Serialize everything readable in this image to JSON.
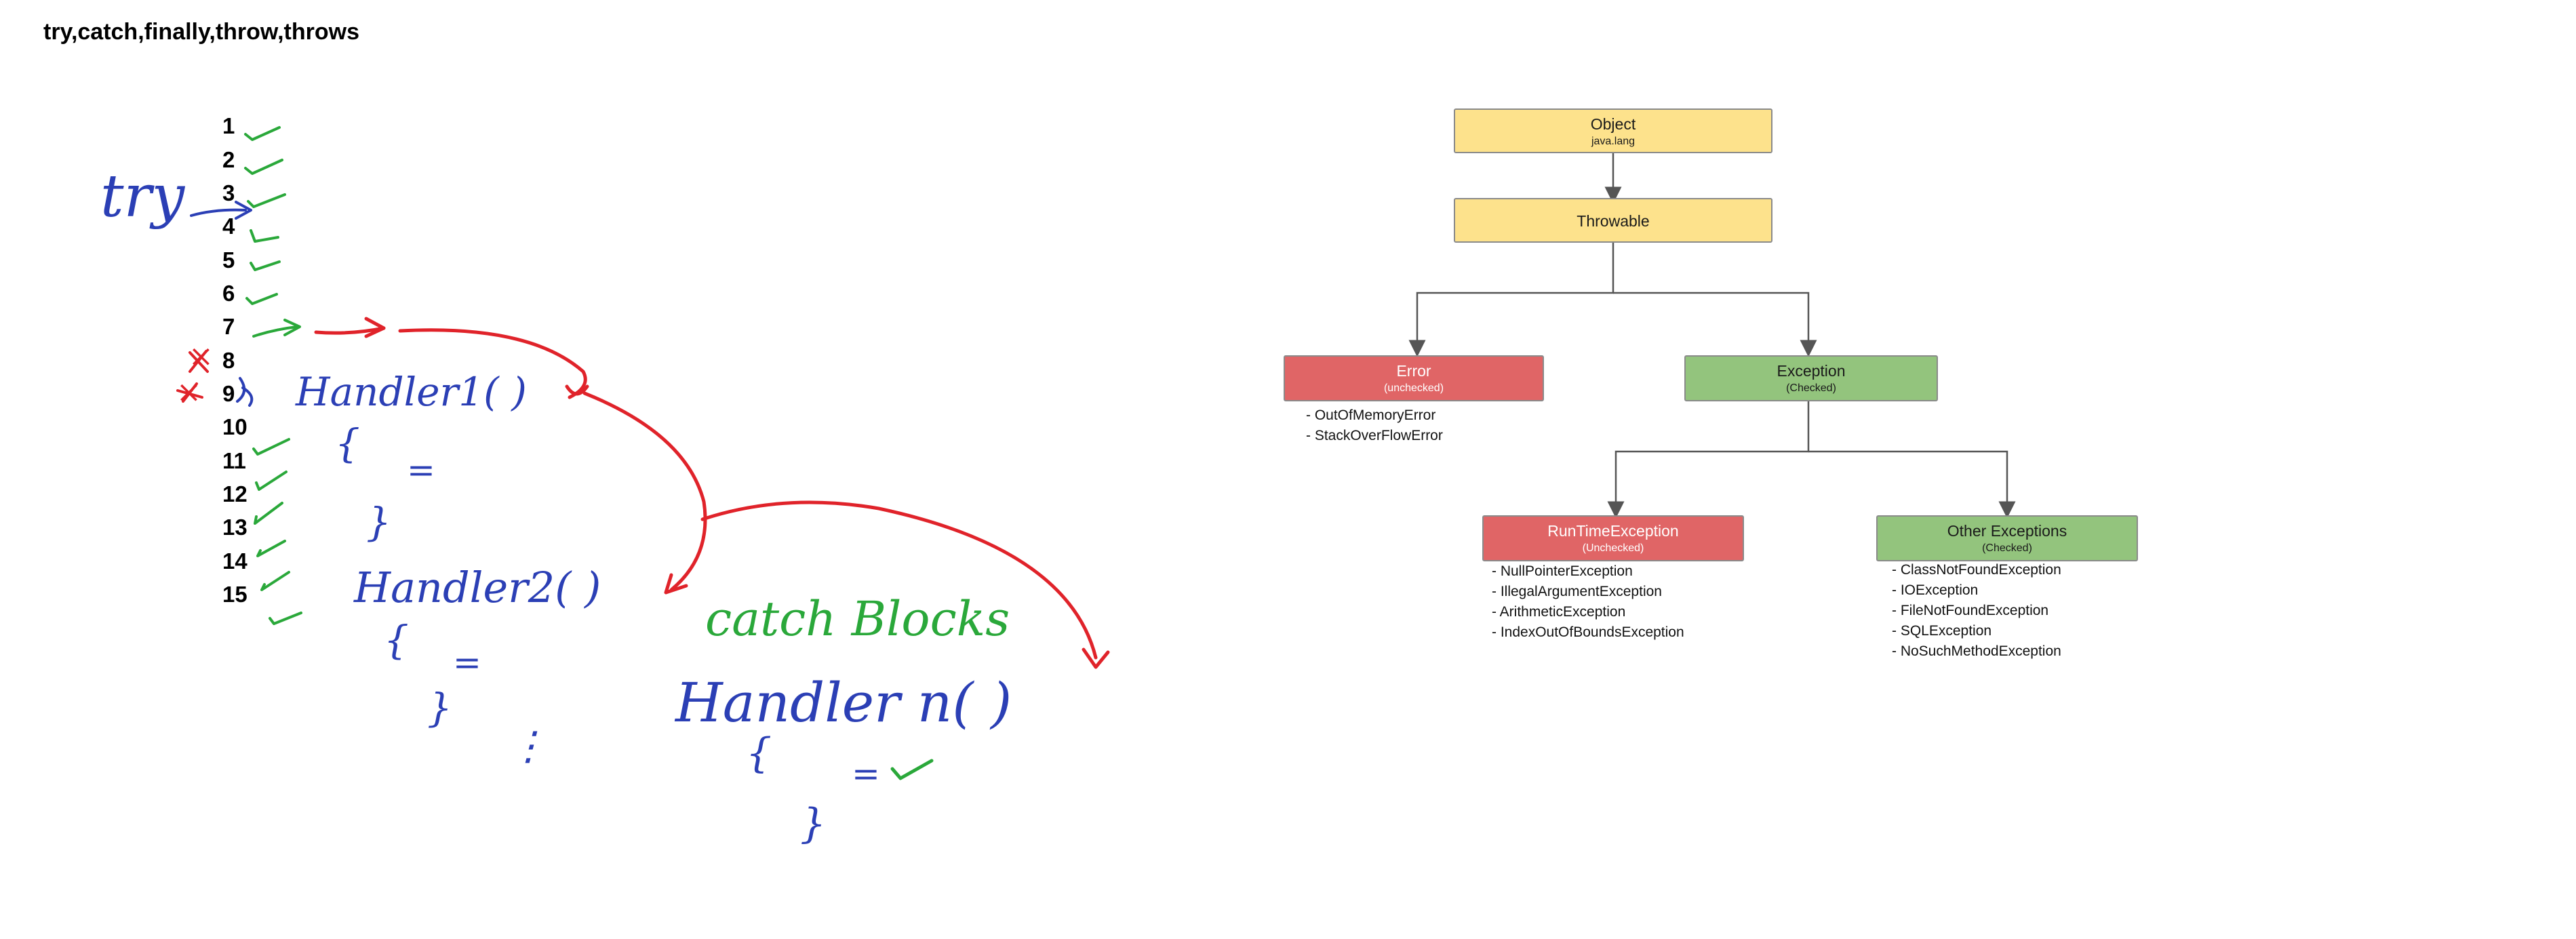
{
  "title": "try,catch,finally,throw,throws",
  "whiteboard": {
    "line_numbers": [
      "1",
      "2",
      "3",
      "4",
      "5",
      "6",
      "7",
      "8",
      "9",
      "10",
      "11",
      "12",
      "13",
      "14",
      "15"
    ],
    "try_label": "try",
    "handlers": [
      {
        "label": "Handler1( )",
        "body": "=",
        "open": "{",
        "close": "}"
      },
      {
        "label": "Handler2( )",
        "body": "=",
        "open": "{",
        "close": "}"
      },
      {
        "label": "Handler n( )",
        "body": "=",
        "open": "{",
        "close": "}"
      }
    ],
    "catch_label": "catch Blocks",
    "ellipsis": "⋮",
    "skipped_marks": [
      "×",
      "×"
    ],
    "colors": {
      "ink_blue": "#2b3fb5",
      "ink_green": "#2aa83a",
      "ink_red": "#e0232a"
    }
  },
  "hierarchy": {
    "object": {
      "name": "Object",
      "sub": "java.lang"
    },
    "throwable": {
      "name": "Throwable"
    },
    "error": {
      "name": "Error",
      "sub": "(unchecked)",
      "items": [
        "OutOfMemoryError",
        "StackOverFlowError"
      ]
    },
    "exception": {
      "name": "Exception",
      "sub": "(Checked)"
    },
    "runtime": {
      "name": "RunTimeException",
      "sub": "(Unchecked)",
      "items": [
        "NullPointerException",
        "IllegalArgumentException",
        "ArithmeticException",
        "IndexOutOfBoundsException"
      ]
    },
    "other": {
      "name": "Other Exceptions",
      "sub": "(Checked)",
      "items": [
        "ClassNotFoundException",
        "IOException",
        "FileNotFoundException",
        "SQLException",
        "NoSuchMethodException"
      ]
    },
    "colors": {
      "yellow": "#fde28c",
      "red": "#e06566",
      "green": "#93c47d",
      "connector": "#555555"
    }
  }
}
